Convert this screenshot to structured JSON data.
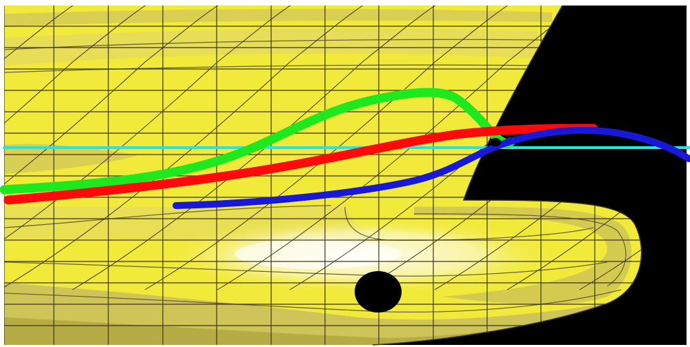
{
  "colors": {
    "background": "#ffffff",
    "hull_bright": "#f2ea3a",
    "hull_mid": "#e7dd57",
    "hull_shade": "#cfc458",
    "hull_dark": "#b7ab45",
    "highlight": "#fbf6c4",
    "grid": "#3a3520",
    "contour": "#6d6530",
    "void": "#000000",
    "line_green": "#1ee81e",
    "line_red": "#ff0a0a",
    "line_blue": "#1818d8",
    "line_cyan": "#22e6e6"
  },
  "curves": [
    {
      "id": "green-curve",
      "color": "line_green"
    },
    {
      "id": "red-curve",
      "color": "line_red"
    },
    {
      "id": "blue-curve",
      "color": "line_blue"
    },
    {
      "id": "cyan-line",
      "color": "line_cyan"
    }
  ]
}
